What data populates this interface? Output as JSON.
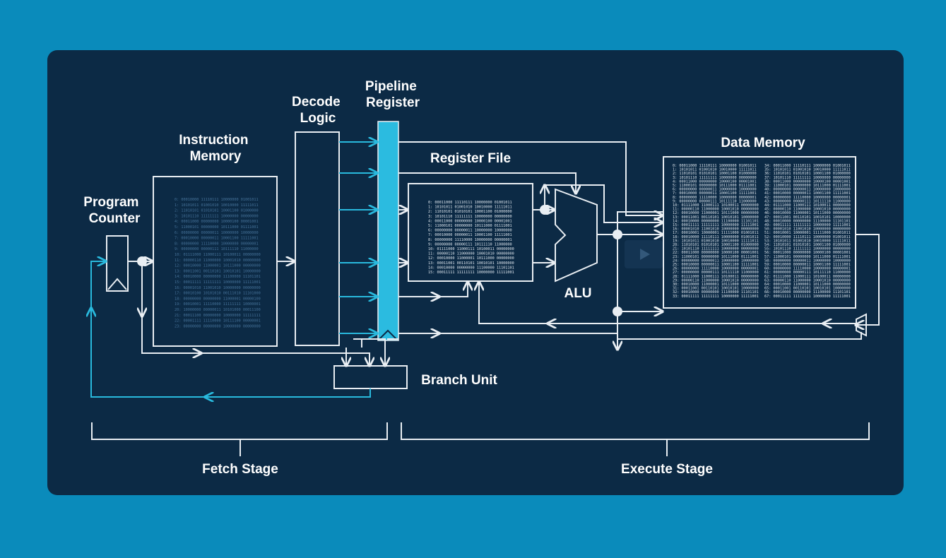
{
  "labels": {
    "program_counter": [
      "Program",
      "Counter"
    ],
    "instruction_memory": [
      "Instruction",
      "Memory"
    ],
    "decode_logic": [
      "Decode",
      "Logic"
    ],
    "pipeline_register": [
      "Pipeline",
      "Register"
    ],
    "register_file": "Register File",
    "data_memory": "Data Memory",
    "alu": "ALU",
    "branch_unit": "Branch Unit",
    "fetch_stage": "Fetch Stage",
    "execute_stage": "Execute Stage"
  },
  "colors": {
    "background": "#0a8bbb",
    "panel": "#0c2a45",
    "line": "#e9eef3",
    "accent": "#29b9dd"
  },
  "memory_contents": {
    "instruction_memory": [
      "0: 00010000 11110111 10000000 01001011",
      "1: 10101011 01001010 10010000 11111011",
      "2: 11010101 01010101 10001100 01000000",
      "3: 10101110 11111111 10000000 00000000",
      "4: 00011000 00000000 10000100 00001001",
      "5: 11000101 00000000 10111000 01111001",
      "6: 00000000 00000011 10000000 10000000",
      "7: 00010000 00000011 10001100 11111001",
      "8: 00000000 11110000 10000000 00000001",
      "9: 00000000 00000111 10111110 11000000",
      "10: 01111000 11000111 10100011 00000000",
      "11: 00000110 11000000 10001010 00000000",
      "12: 00010000 11000001 10111000 00000000",
      "13: 00011001 00110101 10010101 10000000",
      "14: 00010000 00000000 11100000 11101101",
      "15: 00011111 11111111 10000000 11111001",
      "16: 00001010 11001010 10000000 00000000",
      "17: 00010100 10101010 00111010 11101000",
      "18: 00000000 00000000 11000001 00000100",
      "19: 00010001 11110000 11111111 10000001",
      "20: 10000000 00000011 10101000 00011100",
      "21: 00011100 00000000 10000000 11111111",
      "22: 00001111 11110000 10111100 00000001",
      "23: 00000000 00000000 10000000 00000000"
    ],
    "register_file": [
      "0: 00011000 11110111 10000000 01001011",
      "1: 10101011 01001010 10010000 11111011",
      "2: 11010101 01010101 10001100 01000000",
      "3: 10101110 11111111 10000000 00000000",
      "4: 00011000 00000000 10000100 00001001",
      "5: 11000101 00000000 10111000 01111001",
      "6: 00000000 00000011 10000000 10000000",
      "7: 00010000 00000011 10001100 11111001",
      "8: 00000000 11110000 10000000 00000001",
      "9: 00000000 00000111 10111110 11000000",
      "10: 01111000 11000111 10100011 00000000",
      "11: 00000110 11000000 10001010 00000000",
      "12: 00010000 11000001 10111000 00000000",
      "13: 00011001 00110101 10010101 10000000",
      "14: 00010000 00000000 11100000 11101101",
      "15: 00011111 11111111 10000000 11111001"
    ],
    "data_memory_left": [
      "0: 00011000 11110111 10000000 01001011",
      "1: 10101011 01001010 10010000 11111011",
      "2: 11010101 01010101 10001100 01000000",
      "3: 10101110 11111111 10000000 00000000",
      "4: 00011000 00000000 10000100 00001001",
      "5: 11000101 00000000 10111000 01111001",
      "6: 00000000 00000011 10000000 10000000",
      "7: 00010000 00000011 10001100 11111001",
      "8: 00000000 11110000 10000000 00000001",
      "9: 00000000 00000111 10111110 11000000",
      "10: 01111000 11000111 10100011 00000000",
      "11: 00000110 11000000 10001010 00000000",
      "12: 00010000 11000001 10111000 00000000",
      "13: 00011001 00110101 10010101 10000000",
      "14: 00010000 00000000 11100000 11101101",
      "15: 00011111 11111111 10000000 11111001",
      "16: 00001010 11001010 10000000 00000000",
      "17: 00010001 10000001 11111000 01001011",
      "18: 00010000 11110111 10000000 01001011",
      "19: 10101011 01001010 10010000 11111011",
      "20: 11010101 01010101 10001100 01000000",
      "21: 10101110 11111111 10000000 00000000",
      "22: 00011000 00000000 10000100 00001001",
      "23: 11000101 00000000 10111000 01111001",
      "24: 00000000 00000011 10000000 10000000",
      "25: 00010000 00000011 10001100 11111001",
      "26: 00000000 11110000 10000000 00000001",
      "27: 00000000 00000111 10111110 11000000",
      "28: 01111000 11000111 10100011 00000000",
      "29: 00000110 11000000 10001010 00000000",
      "30: 00010000 11000001 10111000 00000000",
      "31: 00011001 00110101 10010101 10000000",
      "32: 00010000 00000000 11100000 11101101",
      "33: 00011111 11111111 10000000 11111001"
    ],
    "data_memory_right": [
      "34: 00011000 11110111 10000000 01001011",
      "35: 10101011 01001010 10010000 11111011",
      "36: 11010101 01010101 10001100 01000000",
      "37: 10101110 11111111 10000000 00000000",
      "38: 00011000 00000000 10000100 00001001",
      "39: 11000101 00000000 10111000 01111001",
      "40: 00000000 00000011 10000000 10000000",
      "41: 00010000 00000011 10001100 11111001",
      "42: 00000000 11110000 10000000 00000001",
      "43: 00000000 00000111 10111110 11000000",
      "44: 01111000 11000111 10100011 00000000",
      "45: 00000110 11000000 10001010 00000000",
      "46: 00010000 11000001 10111000 00000000",
      "47: 00011001 00110101 10010101 10000000",
      "48: 00010000 00000000 11100000 11101101",
      "49: 00011111 11111111 10000000 11111001",
      "50: 00001010 11001010 10000000 00000000",
      "51: 00010001 10000001 11111000 01001011",
      "52: 00010000 11110111 10000000 01001011",
      "53: 10101011 01001010 10010000 11111011",
      "54: 11010101 01010101 10001100 01000000",
      "55: 10101110 11111111 10000000 00000000",
      "56: 00011000 00000000 10000100 00001001",
      "57: 11000101 00000000 10111000 01111001",
      "58: 00000000 00000011 10000000 10000000",
      "59: 00010000 00000011 10001100 11111001",
      "60: 00000000 11110000 10000000 00000001",
      "61: 00000000 00000111 10111110 11000000",
      "62: 01111000 11000111 10100011 00000000",
      "63: 00000110 11000000 10001010 00000000",
      "64: 00010000 11000001 10111000 00000000",
      "65: 00011001 00110101 10010101 10000000",
      "66: 00010000 00000000 11100000 11101101",
      "67: 00011111 11111111 10000000 11111001"
    ]
  }
}
